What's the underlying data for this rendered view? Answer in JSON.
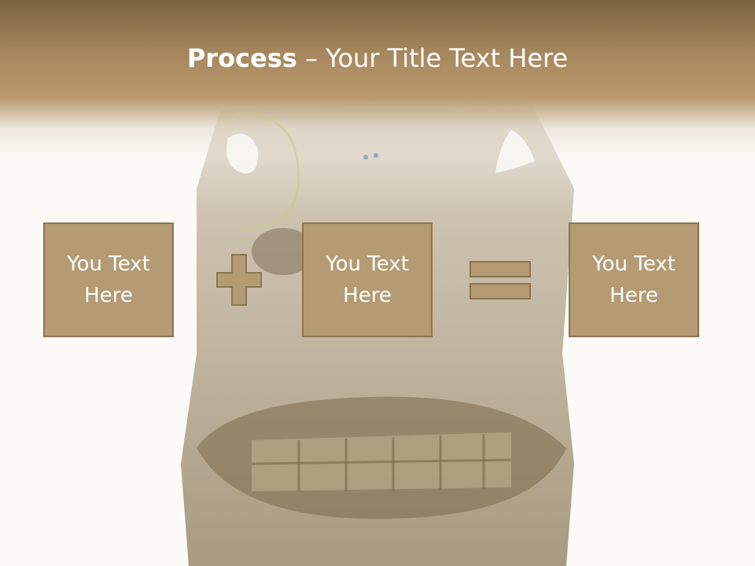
{
  "slide": {
    "title_bold": "Process",
    "title_rest": " – Your Title Text Here",
    "boxes": [
      {
        "text": "You Text Here"
      },
      {
        "text": "You Text Here"
      },
      {
        "text": "You Text Here"
      }
    ],
    "operators": [
      "plus-icon",
      "equals-icon"
    ],
    "colors": {
      "header": "#a8885e",
      "box_fill": "#b49b74",
      "box_border": "#8a7553",
      "background": "#fbfaf7"
    }
  }
}
